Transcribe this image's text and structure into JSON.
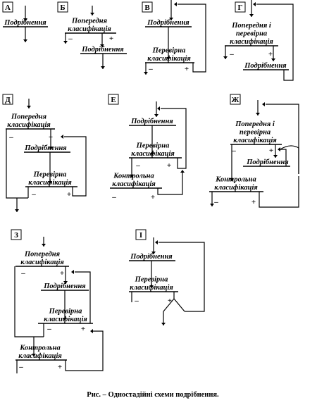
{
  "caption": "Рис. – Одностадійні схеми подрібнення.",
  "schemes": [
    {
      "key": "А",
      "stages": [
        {
          "lines": [
            "Подрібнення"
          ]
        }
      ]
    },
    {
      "key": "Б",
      "stages": [
        {
          "lines": [
            "Попередня",
            "класифікація"
          ],
          "minus": "–",
          "plus": "+"
        },
        {
          "lines": [
            "Подрібнення"
          ]
        }
      ]
    },
    {
      "key": "В",
      "stages": [
        {
          "lines": [
            "Подрібнення"
          ]
        },
        {
          "lines": [
            "Перевірна",
            "класифікація"
          ],
          "minus": "–",
          "plus": "+"
        }
      ]
    },
    {
      "key": "Г",
      "stages": [
        {
          "lines": [
            "Попередня і",
            "перевірна",
            "класифікація"
          ],
          "minus": "–",
          "plus": "+"
        },
        {
          "lines": [
            "Подрібнення"
          ]
        }
      ]
    },
    {
      "key": "Д",
      "stages": [
        {
          "lines": [
            "Попередня",
            "класифікація"
          ],
          "minus": "–",
          "plus": "+"
        },
        {
          "lines": [
            "Подрібнення"
          ]
        },
        {
          "lines": [
            "Перевірна",
            "класифікація"
          ],
          "minus": "–",
          "plus": "+"
        }
      ]
    },
    {
      "key": "Е",
      "stages": [
        {
          "lines": [
            "Подрібнення"
          ]
        },
        {
          "lines": [
            "Перевірна",
            "класифікація"
          ],
          "minus": "–",
          "plus": "+"
        },
        {
          "lines": [
            "Контрольна",
            "класифікація"
          ],
          "minus": "–",
          "plus": "+"
        }
      ]
    },
    {
      "key": "Ж",
      "stages": [
        {
          "lines": [
            "Попередня і",
            "перевірна",
            "класифікація"
          ],
          "minus": "–",
          "plus": "+"
        },
        {
          "lines": [
            "Подрібнення"
          ]
        },
        {
          "lines": [
            "Контрольна",
            "класифікація"
          ],
          "minus": "–",
          "plus": "+"
        }
      ]
    },
    {
      "key": "З",
      "stages": [
        {
          "lines": [
            "Попередня",
            "класифікація"
          ],
          "minus": "–",
          "plus": "+"
        },
        {
          "lines": [
            "Подрібнення"
          ]
        },
        {
          "lines": [
            "Перевірна",
            "класифікація"
          ],
          "minus": "–",
          "plus": "+"
        },
        {
          "lines": [
            "Контрольна",
            "класифікація"
          ],
          "minus": "–",
          "plus": "+"
        }
      ]
    },
    {
      "key": "І",
      "stages": [
        {
          "lines": [
            "Подрібнення"
          ]
        },
        {
          "lines": [
            "Перевірна",
            "класифікація"
          ],
          "minus": "–",
          "plus": "+"
        }
      ]
    }
  ]
}
